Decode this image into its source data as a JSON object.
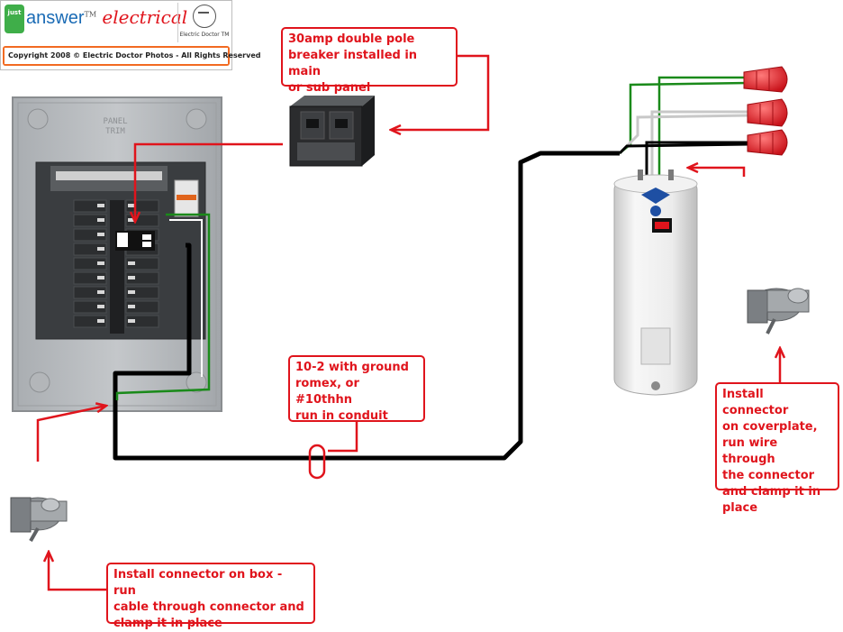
{
  "logo": {
    "badge_text": "just",
    "brand_prefix": "answer",
    "brand_suffix": "electrical",
    "trademark": "TM",
    "doctor_caption": "Electric Doctor TM",
    "copyright": "Copyright 2008  ©  Electric Doctor Photos - All Rights Reserved"
  },
  "panel": {
    "label_top": "PANEL",
    "label_bottom": "TRIM"
  },
  "callouts": {
    "breaker": "30amp double pole\nbreaker installed in main\nor sub panel",
    "cable": "10-2 with ground\nromex, or #10thhn\nrun in conduit",
    "box_connector": "Install connector on box - run\ncable through connector and\nclamp  it in place",
    "coverplate_connector": "Install connector\non coverplate,\nrun wire through\nthe connector\nand clamp it in\nplace"
  },
  "colors": {
    "annotation_red": "#e0141c",
    "wire_black": "#000000",
    "wire_green": "#1a8a1a",
    "wire_white": "#c8c8c8",
    "wire_nut_red": "#e8232b",
    "panel_gray": "#b9bcbf",
    "heater_white": "#eeeeee",
    "heater_badge_blue": "#1e4fa3"
  }
}
